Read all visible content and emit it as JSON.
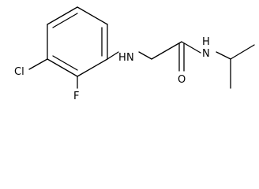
{
  "molecule": {
    "atoms": {
      "chlorine": "Cl",
      "fluorine": "F",
      "amine_nitrogen": "H",
      "amine_nitrogen_symbol": "N",
      "amide_oxygen": "O",
      "amide_nitrogen": "H",
      "amide_nitrogen_symbol": "N"
    }
  }
}
